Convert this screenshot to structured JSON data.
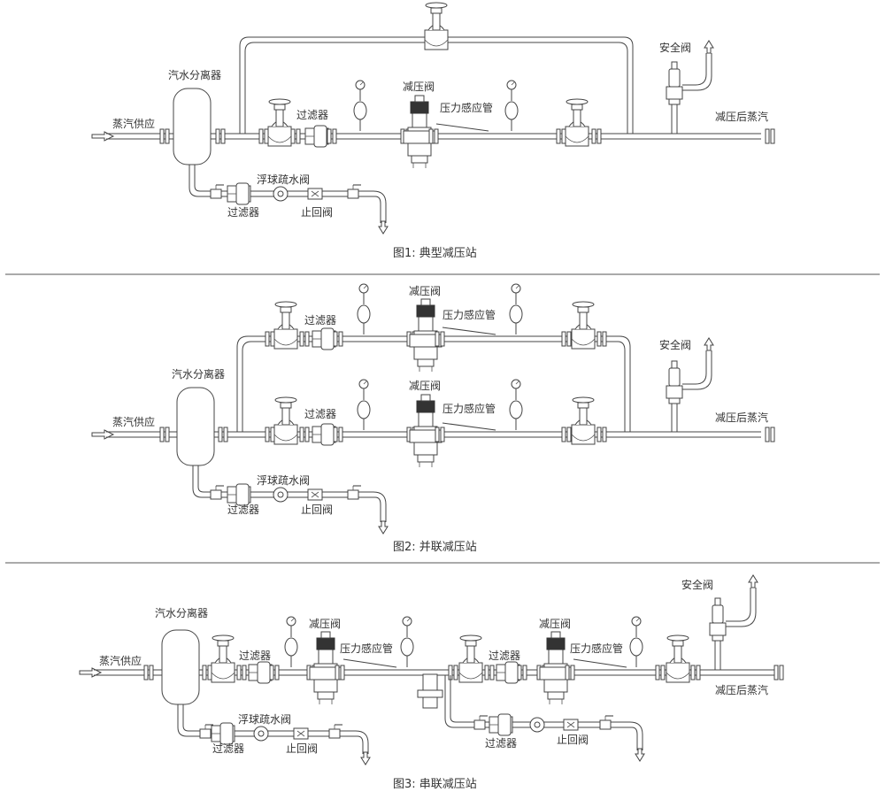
{
  "figures": [
    {
      "caption": "图1: 典型减压站",
      "labels": {
        "inlet": "蒸汽供应",
        "separator": "汽水分离器",
        "strainer": "过滤器",
        "prv": "减压阀",
        "sensing_pipe": "压力感应管",
        "safety_valve": "安全阀",
        "outlet": "减压后蒸汽",
        "trap": "浮球疏水阀",
        "drain_strainer": "过滤器",
        "check_valve": "止回阀"
      }
    },
    {
      "caption": "图2: 并联减压站",
      "labels": {
        "inlet": "蒸汽供应",
        "separator": "汽水分离器",
        "strainer_top": "过滤器",
        "prv_top": "减压阀",
        "sensing_pipe_top": "压力感应管",
        "strainer_bottom": "过滤器",
        "prv_bottom": "减压阀",
        "sensing_pipe_bottom": "压力感应管",
        "safety_valve": "安全阀",
        "outlet": "减压后蒸汽",
        "trap": "浮球疏水阀",
        "drain_strainer": "过滤器",
        "check_valve": "止回阀"
      }
    },
    {
      "caption": "图3: 串联减压站",
      "labels": {
        "inlet": "蒸汽供应",
        "separator": "汽水分离器",
        "strainer_1": "过滤器",
        "prv_1": "减压阀",
        "sensing_pipe_1": "压力感应管",
        "strainer_2": "过滤器",
        "prv_2": "减压阀",
        "sensing_pipe_2": "压力感应管",
        "safety_valve": "安全阀",
        "outlet": "减压后蒸汽",
        "trap": "浮球疏水阀",
        "drain_strainer_1": "过滤器",
        "check_valve": "止回阀",
        "drain_strainer_2": "过滤器",
        "check_valve_2": "止回阀"
      }
    }
  ]
}
